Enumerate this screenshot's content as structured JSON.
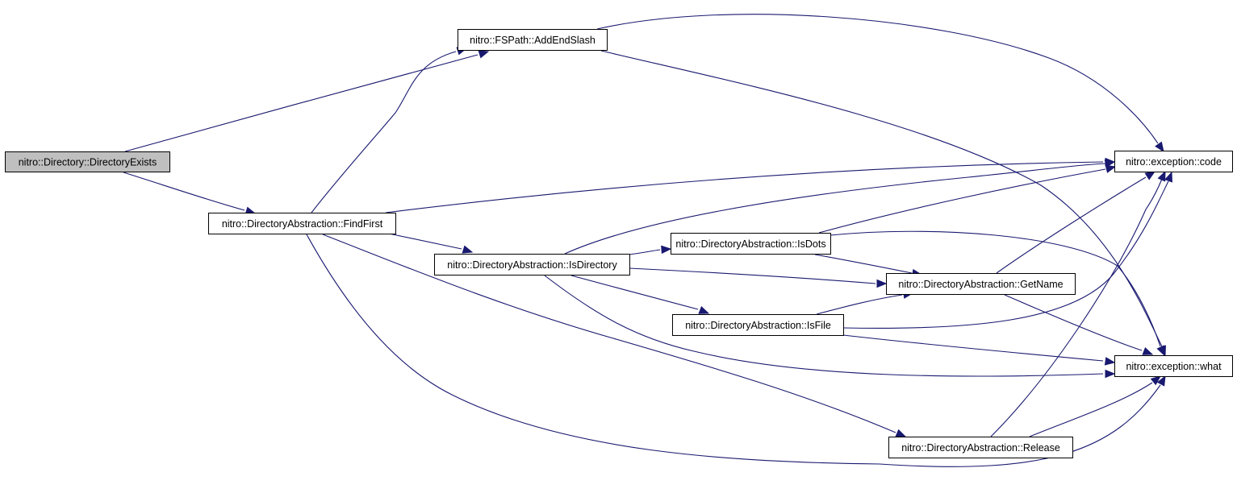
{
  "graph": {
    "edge_color": "#191970",
    "root_fill": "#bfbfbf",
    "nodes": [
      {
        "id": "directory_exists",
        "label": "nitro::Directory::DirectoryExists",
        "root": true
      },
      {
        "id": "add_end_slash",
        "label": "nitro::FSPath::AddEndSlash"
      },
      {
        "id": "find_first",
        "label": "nitro::DirectoryAbstraction::FindFirst"
      },
      {
        "id": "is_directory",
        "label": "nitro::DirectoryAbstraction::IsDirectory"
      },
      {
        "id": "is_dots",
        "label": "nitro::DirectoryAbstraction::IsDots"
      },
      {
        "id": "get_name",
        "label": "nitro::DirectoryAbstraction::GetName"
      },
      {
        "id": "is_file",
        "label": "nitro::DirectoryAbstraction::IsFile"
      },
      {
        "id": "release",
        "label": "nitro::DirectoryAbstraction::Release"
      },
      {
        "id": "exception_code",
        "label": "nitro::exception::code"
      },
      {
        "id": "exception_what",
        "label": "nitro::exception::what"
      }
    ],
    "edges": [
      {
        "from": "directory_exists",
        "to": "add_end_slash"
      },
      {
        "from": "directory_exists",
        "to": "find_first"
      },
      {
        "from": "add_end_slash",
        "to": "exception_code"
      },
      {
        "from": "add_end_slash",
        "to": "exception_what"
      },
      {
        "from": "find_first",
        "to": "add_end_slash"
      },
      {
        "from": "find_first",
        "to": "exception_code"
      },
      {
        "from": "find_first",
        "to": "is_directory"
      },
      {
        "from": "find_first",
        "to": "release"
      },
      {
        "from": "find_first",
        "to": "exception_what"
      },
      {
        "from": "is_directory",
        "to": "exception_code"
      },
      {
        "from": "is_directory",
        "to": "is_dots"
      },
      {
        "from": "is_directory",
        "to": "get_name"
      },
      {
        "from": "is_directory",
        "to": "is_file"
      },
      {
        "from": "is_directory",
        "to": "exception_what"
      },
      {
        "from": "is_dots",
        "to": "exception_code"
      },
      {
        "from": "is_dots",
        "to": "get_name"
      },
      {
        "from": "is_dots",
        "to": "exception_what"
      },
      {
        "from": "get_name",
        "to": "exception_code"
      },
      {
        "from": "get_name",
        "to": "exception_what"
      },
      {
        "from": "is_file",
        "to": "get_name"
      },
      {
        "from": "is_file",
        "to": "exception_code"
      },
      {
        "from": "is_file",
        "to": "exception_what"
      },
      {
        "from": "release",
        "to": "exception_code"
      },
      {
        "from": "release",
        "to": "exception_what"
      }
    ]
  }
}
